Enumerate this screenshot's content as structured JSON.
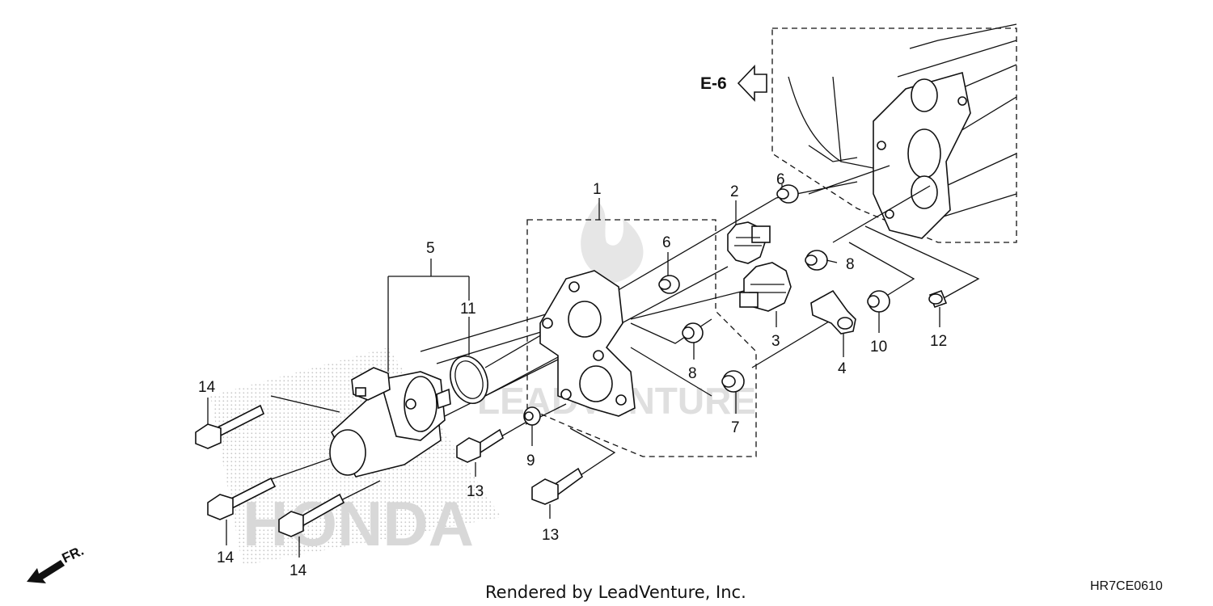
{
  "diagram": {
    "reference_label": "E-6",
    "direction_label": "FR.",
    "footer": "Rendered by LeadVenture, Inc.",
    "diagram_code": "HR7CE0610",
    "watermark_brand": "HONDA",
    "watermark_company": "LEADVENTURE",
    "callouts": {
      "c1": "1",
      "c2": "2",
      "c3": "3",
      "c4": "4",
      "c5": "5",
      "c6a": "6",
      "c6b": "6",
      "c7": "7",
      "c8a": "8",
      "c8b": "8",
      "c9": "9",
      "c10": "10",
      "c11": "11",
      "c12": "12",
      "c13a": "13",
      "c13b": "13",
      "c14a": "14",
      "c14b": "14",
      "c14c": "14"
    }
  }
}
